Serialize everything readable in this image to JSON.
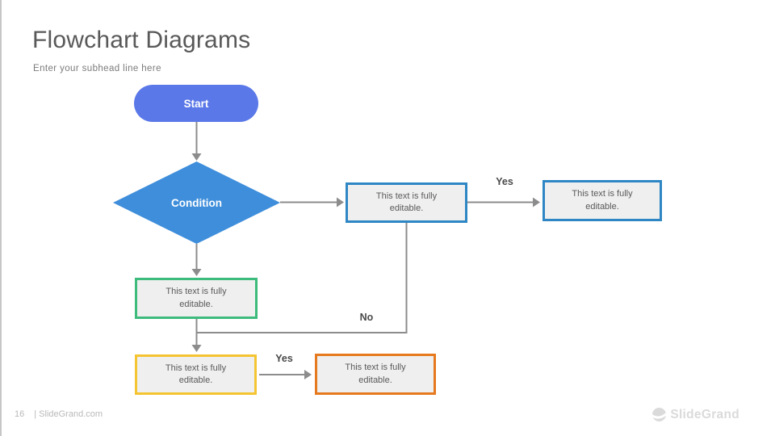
{
  "slide": {
    "title": "Flowchart Diagrams",
    "subtitle": "Enter your subhead line here"
  },
  "flowchart": {
    "nodes": [
      {
        "id": "start",
        "type": "terminator",
        "label": "Start",
        "color": "#5B78E8"
      },
      {
        "id": "condition",
        "type": "decision",
        "label": "Condition",
        "color": "#3E8EDB"
      },
      {
        "id": "process-blue-1",
        "type": "process",
        "label": "This text is fully editable.",
        "border_color": "#2E86C4",
        "fill_color": "#EFEFEF"
      },
      {
        "id": "process-blue-2",
        "type": "process",
        "label": "This text is fully editable.",
        "border_color": "#2E86C4",
        "fill_color": "#EFEFEF"
      },
      {
        "id": "process-green",
        "type": "process",
        "label": "This text is fully editable.",
        "border_color": "#3CBB7C",
        "fill_color": "#EFEFEF"
      },
      {
        "id": "process-yellow",
        "type": "process",
        "label": "This text is fully editable.",
        "border_color": "#F5C431",
        "fill_color": "#EFEFEF"
      },
      {
        "id": "process-orange",
        "type": "process",
        "label": "This text is fully editable.",
        "border_color": "#E6791E",
        "fill_color": "#EFEFEF"
      }
    ],
    "edge_labels": {
      "yes_top": "Yes",
      "no": "No",
      "yes_bottom": "Yes"
    },
    "line_color": "#8C8C8C"
  },
  "footer": {
    "page_number": "16",
    "site": "| SlideGrand.com",
    "brand": "SlideGrand"
  }
}
